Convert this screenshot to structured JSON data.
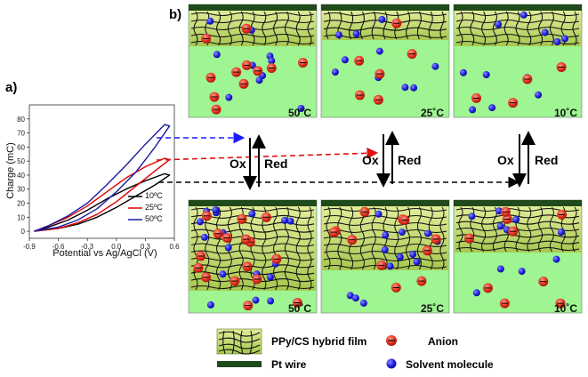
{
  "panel_a_label": "a)",
  "panel_b_label": "b)",
  "temperatures": [
    "50˚C",
    "25˚C",
    "10˚C"
  ],
  "arrow_labels": {
    "ox": "Ox",
    "red": "Red"
  },
  "legend": {
    "film": "PPy/CS hybrid film",
    "wire": "Pt wire",
    "anion": "Anion",
    "solvent": "Solvent molecule"
  },
  "chart_data": {
    "type": "line",
    "xlabel": "Potential vs Ag/AgCl (V)",
    "ylabel": "Charge (mC)",
    "xlim": [
      -0.9,
      0.6
    ],
    "ylim": [
      -5,
      90
    ],
    "xticks": [
      "-0.9",
      "-0.6",
      "-0.3",
      "0.0",
      "0.3",
      "0.6"
    ],
    "yticks": [
      "0",
      "10",
      "20",
      "30",
      "40",
      "50",
      "60",
      "70",
      "80"
    ],
    "legend_position": "bottom-right",
    "series": [
      {
        "name": "10ºC",
        "color": "#000000",
        "x": [
          -0.85,
          -0.6,
          -0.4,
          -0.2,
          0.0,
          0.2,
          0.4,
          0.55,
          0.5,
          0.3,
          0.1,
          -0.1,
          -0.3,
          -0.5,
          -0.7,
          -0.85
        ],
        "y": [
          0,
          2,
          5,
          10,
          17,
          25,
          33,
          40,
          41,
          36,
          30,
          23,
          15,
          8,
          3,
          0
        ]
      },
      {
        "name": "25ºC",
        "color": "#e00000",
        "x": [
          -0.85,
          -0.6,
          -0.4,
          -0.2,
          0.0,
          0.2,
          0.4,
          0.55,
          0.5,
          0.3,
          0.1,
          -0.1,
          -0.3,
          -0.5,
          -0.7,
          -0.85
        ],
        "y": [
          0,
          2,
          6,
          12,
          21,
          32,
          43,
          51,
          52,
          46,
          38,
          28,
          18,
          10,
          4,
          0
        ]
      },
      {
        "name": "50ºC",
        "color": "#1a1aa0",
        "x": [
          -0.85,
          -0.6,
          -0.4,
          -0.2,
          0.0,
          0.2,
          0.4,
          0.55,
          0.5,
          0.3,
          0.1,
          -0.1,
          -0.3,
          -0.5,
          -0.7,
          -0.85
        ],
        "y": [
          0,
          3,
          8,
          16,
          28,
          42,
          60,
          75,
          76,
          62,
          47,
          33,
          20,
          11,
          4,
          0
        ]
      }
    ]
  }
}
